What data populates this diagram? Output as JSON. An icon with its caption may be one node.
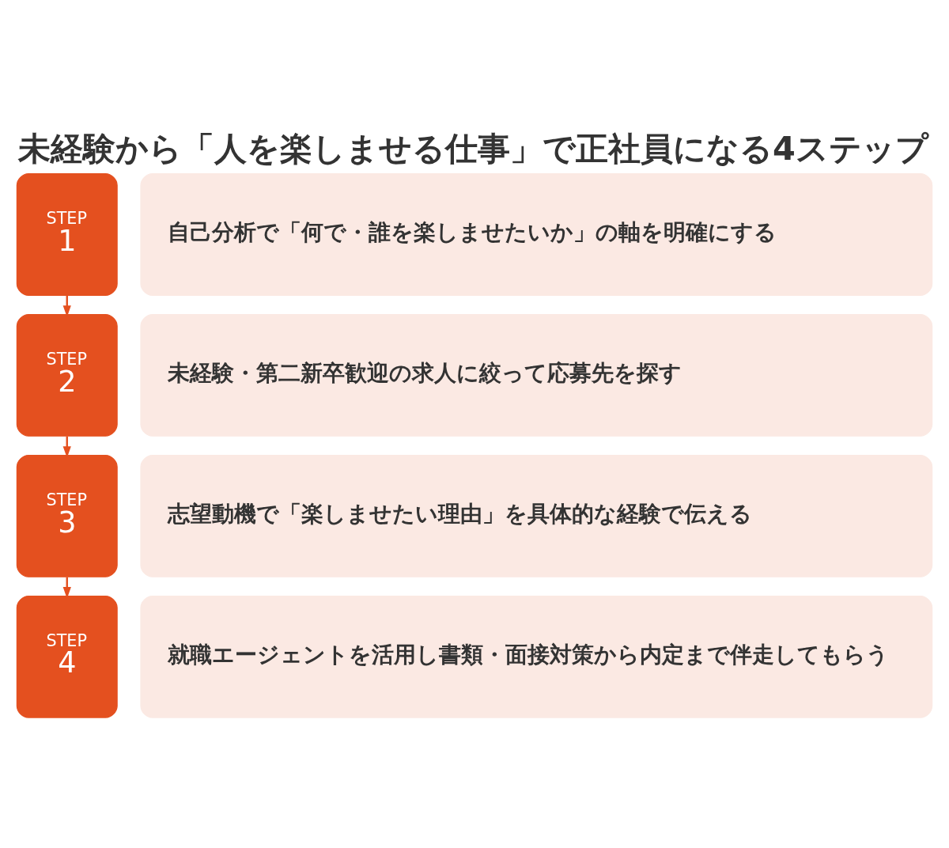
{
  "diagram": {
    "title": "未経験から「人を楽しませる仕事」で正社員になる4ステップ",
    "nodes": [
      {
        "text": [
          "STEP",
          "1"
        ]
      },
      {
        "text": [
          "自己分析で「何で・誰を楽しませたいか」の軸を明確にする"
        ]
      },
      {
        "text": [
          "STEP",
          "2"
        ]
      },
      {
        "text": [
          "未経験・第二新卒歓迎の求人に絞って応募先を探す"
        ]
      },
      {
        "text": [
          "STEP",
          "3"
        ]
      },
      {
        "text": [
          "志望動機で「楽しませたい理由」を具体的な経験で伝える"
        ]
      },
      {
        "text": [
          "STEP",
          "4"
        ]
      },
      {
        "text": [
          "就職エージェントを活用し書類・面接対策から内定まで伴走してもらう"
        ]
      }
    ],
    "edges": [
      {
        "from": 0,
        "to": 2,
        "arrow": "to"
      },
      {
        "from": 2,
        "to": 4,
        "arrow": "to"
      },
      {
        "from": 4,
        "to": 6,
        "arrow": "to"
      }
    ]
  }
}
